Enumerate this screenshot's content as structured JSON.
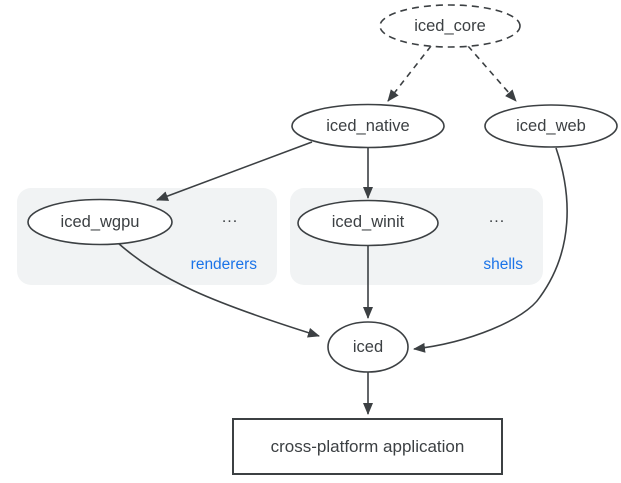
{
  "colors": {
    "stroke": "#3c4043",
    "text": "#3c4043",
    "accent": "#1a73e8",
    "group_bg": "#f1f3f4",
    "node_fill": "#ffffff",
    "canvas_bg": "#ffffff"
  },
  "nodes": {
    "iced_core": {
      "label": "iced_core",
      "shape": "ellipse",
      "style": "dashed"
    },
    "iced_native": {
      "label": "iced_native",
      "shape": "ellipse",
      "style": "solid"
    },
    "iced_web": {
      "label": "iced_web",
      "shape": "ellipse",
      "style": "solid"
    },
    "iced_wgpu": {
      "label": "iced_wgpu",
      "shape": "ellipse",
      "style": "solid"
    },
    "iced_winit": {
      "label": "iced_winit",
      "shape": "ellipse",
      "style": "solid"
    },
    "iced": {
      "label": "iced",
      "shape": "ellipse",
      "style": "solid"
    },
    "app": {
      "label": "cross-platform application",
      "shape": "rect",
      "style": "solid"
    }
  },
  "groups": {
    "renderers": {
      "label": "renderers",
      "ellipsis": "...",
      "contains": [
        "iced_wgpu"
      ]
    },
    "shells": {
      "label": "shells",
      "ellipsis": "...",
      "contains": [
        "iced_winit"
      ]
    }
  },
  "edges": [
    {
      "from": "iced_core",
      "to": "iced_native",
      "style": "dashed"
    },
    {
      "from": "iced_core",
      "to": "iced_web",
      "style": "dashed"
    },
    {
      "from": "iced_native",
      "to": "iced_wgpu",
      "style": "solid"
    },
    {
      "from": "iced_native",
      "to": "iced_winit",
      "style": "solid"
    },
    {
      "from": "iced_wgpu",
      "to": "iced",
      "style": "solid"
    },
    {
      "from": "iced_winit",
      "to": "iced",
      "style": "solid"
    },
    {
      "from": "iced_web",
      "to": "iced",
      "style": "solid"
    },
    {
      "from": "iced",
      "to": "app",
      "style": "solid"
    }
  ]
}
